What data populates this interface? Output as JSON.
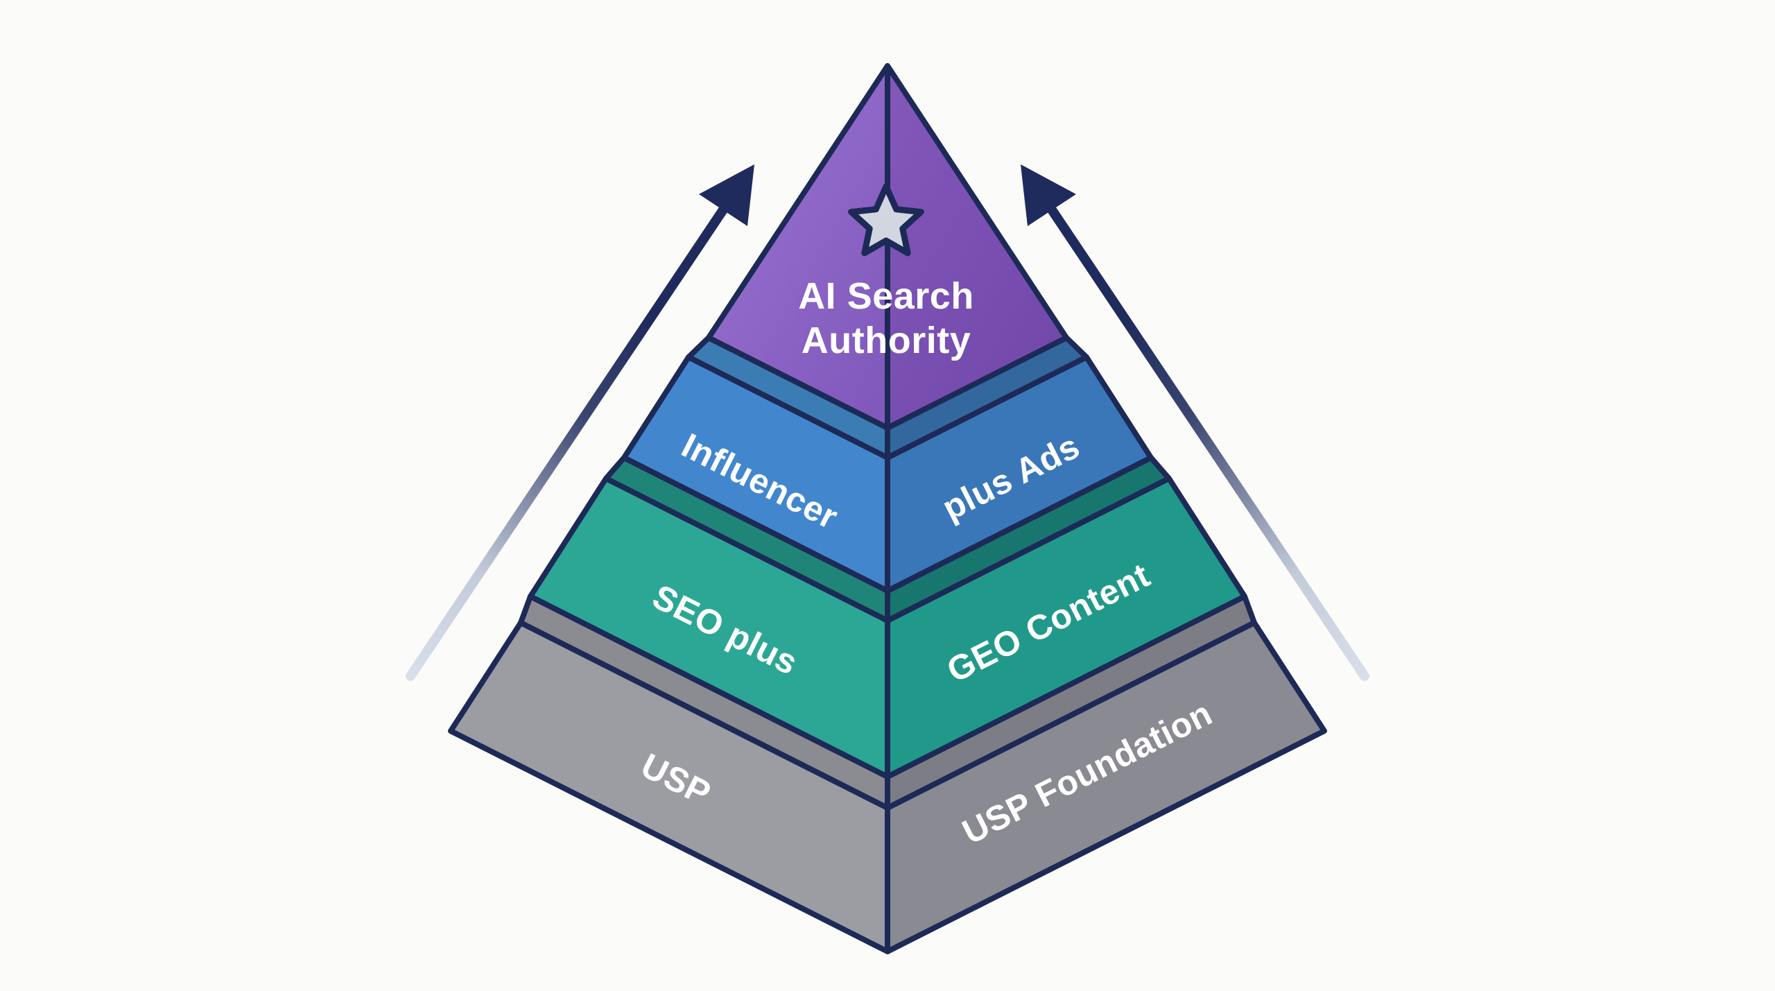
{
  "page": {
    "background": "#FBFBFA"
  },
  "diagram": {
    "type": "stepped-pyramid",
    "outline_color": "#1D2A57",
    "text_color": "#FFFFFF",
    "star_icon": {
      "name": "star-icon",
      "fill": "#D2D6E0"
    },
    "arrows": {
      "color": "#1F2B5C",
      "fade_strong": "#3A4670",
      "fade_mid": "#C3CBD9",
      "fade_tail": "#D9DFE9"
    },
    "tiers": [
      {
        "id": "ai-search-authority",
        "position": "top",
        "label": "AI Search Authority",
        "label_lines": [
          "AI Search",
          "Authority"
        ],
        "gradient_left": [
          "#9B74D2",
          "#8159BC"
        ],
        "gradient_right": [
          "#8257B9",
          "#6F46A8"
        ]
      },
      {
        "id": "influencer-plus-ads",
        "label_left": "Influencer",
        "label_right": "plus Ads",
        "color_left": "#4287CE",
        "color_right": "#3A77B8",
        "shelf_left": "#3C7CB4",
        "shelf_right": "#33689E"
      },
      {
        "id": "seo-plus-geo-content",
        "label_left": "SEO plus",
        "label_right": "GEO Content",
        "color_left": "#2CA795",
        "color_right": "#21998A",
        "shelf_left": "#1F8579",
        "shelf_right": "#17776E"
      },
      {
        "id": "usp-foundation",
        "label_left": "USP",
        "label_right": "USP Foundation",
        "color_left": "#9C9CA3",
        "color_right": "#8A8A92",
        "shelf_left": "#8B8B92",
        "shelf_right": "#7D7D85"
      }
    ]
  }
}
